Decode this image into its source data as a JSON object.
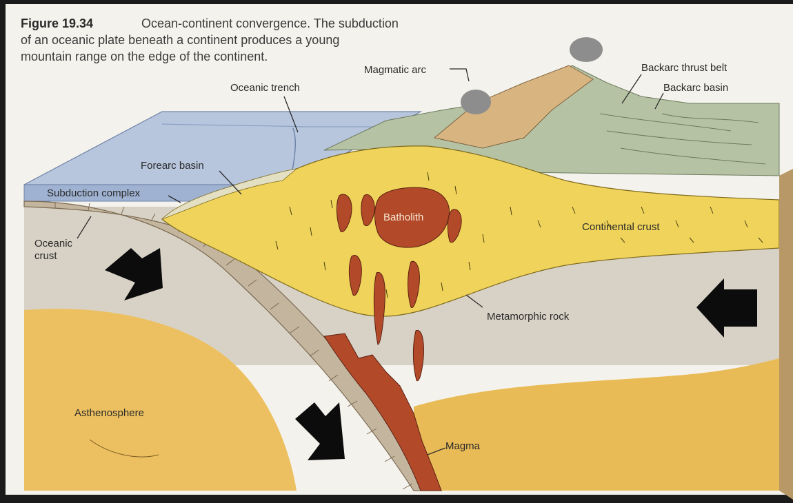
{
  "figure": {
    "number": "Figure 19.34",
    "caption_lines": [
      "Ocean-continent convergence. The subduction",
      "of an oceanic plate beneath a continent produces a young",
      "mountain range on the edge of the continent."
    ]
  },
  "labels": {
    "magmatic_arc": "Magmatic arc",
    "backarc_thrust_belt": "Backarc thrust belt",
    "backarc_basin": "Backarc basin",
    "oceanic_trench": "Oceanic trench",
    "forearc_basin": "Forearc basin",
    "subduction_complex": "Subduction complex",
    "oceanic_crust": [
      "Oceanic",
      "crust"
    ],
    "batholith": "Batholith",
    "continental_crust": "Continental crust",
    "metamorphic_rock": "Metamorphic rock",
    "asthenosphere": "Asthenosphere",
    "magma": "Magma"
  },
  "colors": {
    "paper": "#f4f2ec",
    "ocean": "#b4c3dc",
    "ocean_edge": "#9fb2d2",
    "continental_crust": "#efd35a",
    "lithosphere_mantle": "#d8d2c6",
    "asthenosphere": "#e9bb56",
    "oceanic_crust": "#c4b59f",
    "magma": "#b24a2a",
    "highlands": "#b6c2a4",
    "mountains": "#d8b481",
    "volcanic_plume": "#8d8d8d"
  }
}
